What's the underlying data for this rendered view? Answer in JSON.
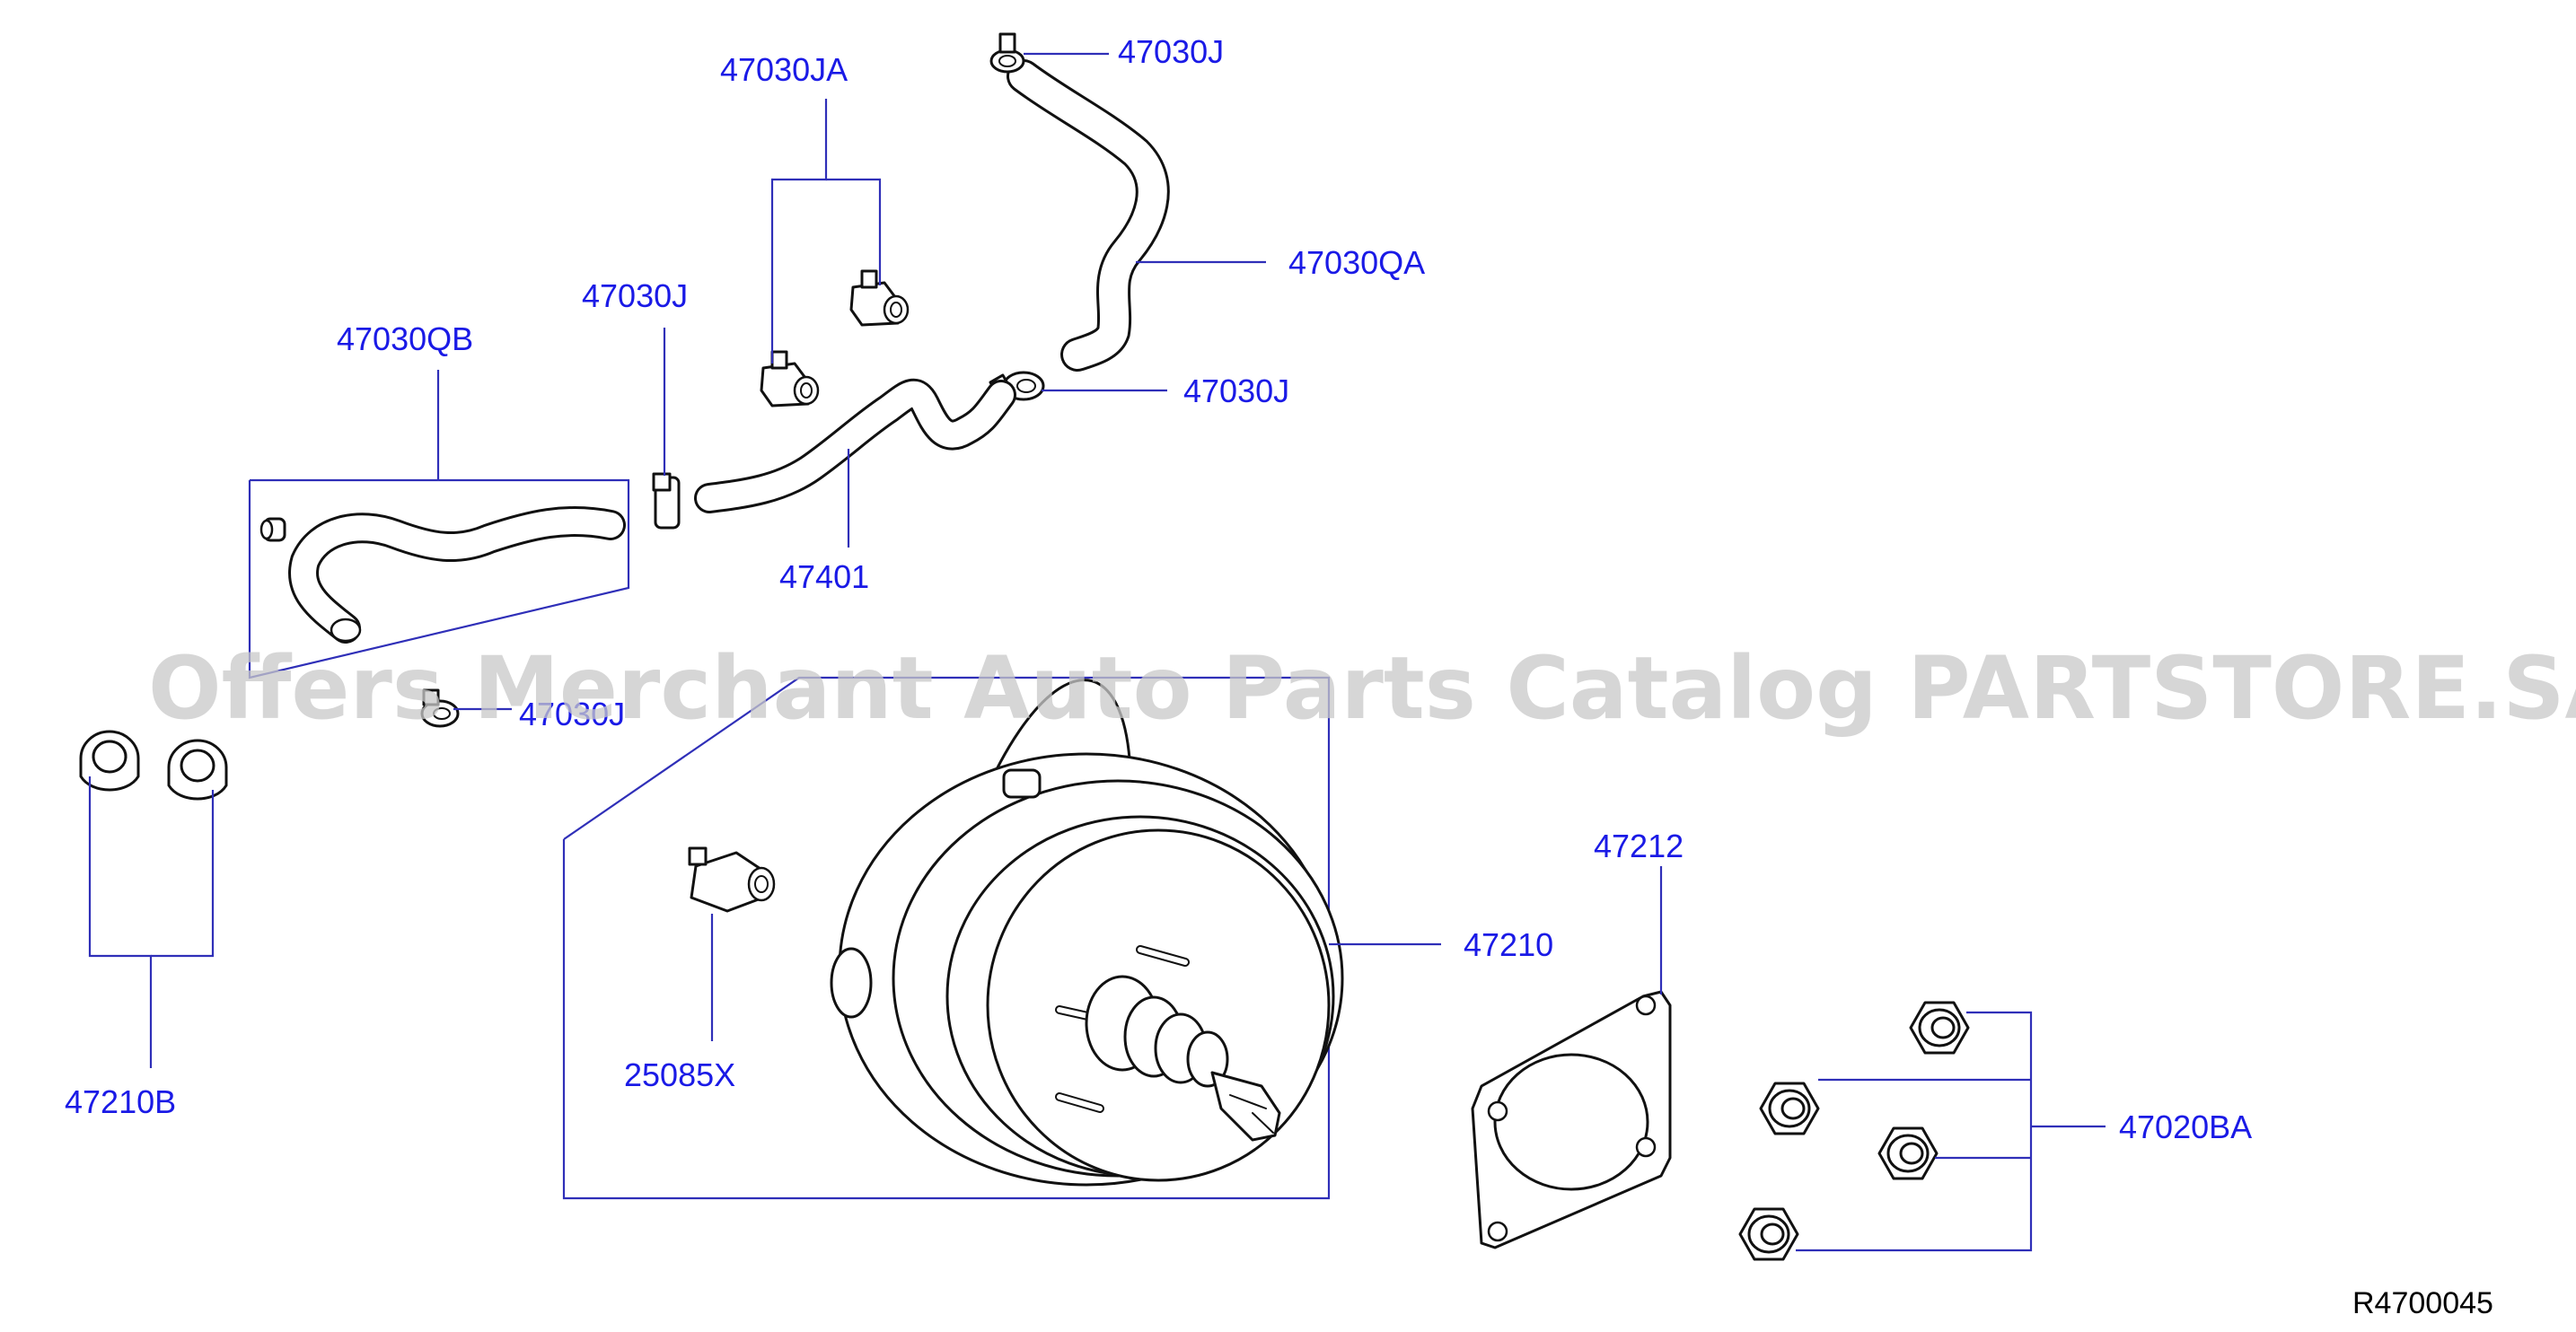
{
  "labels": {
    "p47030ja": "47030JA",
    "p47030j_top": "47030J",
    "p47030qa": "47030QA",
    "p47030j_left": "47030J",
    "p47030qb": "47030QB",
    "p47030j_mid": "47030J",
    "p47401": "47401",
    "p47030j_low": "47030J",
    "p47210b": "47210B",
    "p25085x": "25085X",
    "p47210": "47210",
    "p47212": "47212",
    "p47020ba": "47020BA"
  },
  "reference": "R4700045",
  "watermark": "Offers Merchant Auto Parts Catalog PARTSTORE.SA",
  "colors": {
    "label": "#1a1ae6",
    "leader": "#2f2fb8",
    "watermark": "#c9c9c9"
  }
}
